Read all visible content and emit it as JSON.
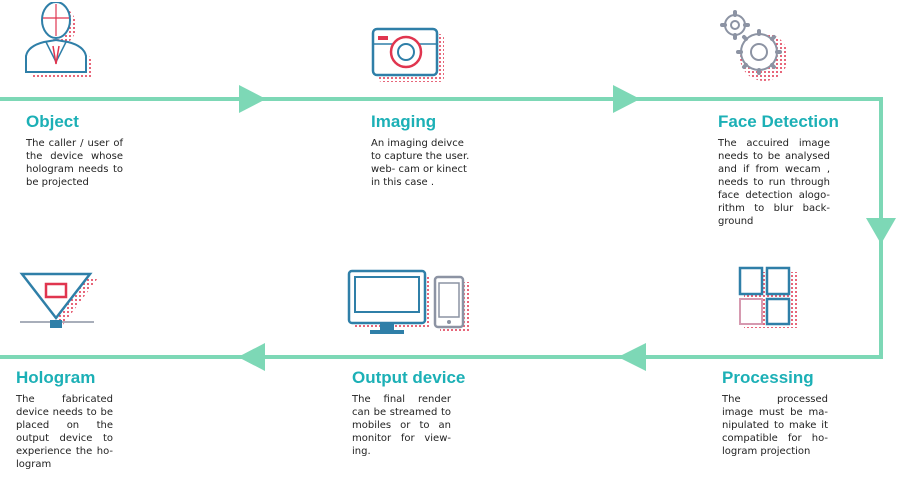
{
  "colors": {
    "flow_line": "#7dd8b6",
    "title": "#1cb0b6",
    "icon_stroke": "#2f7fa8",
    "icon_dots": "#e0354f",
    "icon_gray": "#8c93a3",
    "text": "#222222"
  },
  "steps": [
    {
      "title": "Object",
      "icon": "person-icon",
      "lines": [
        "The caller / user of",
        "the device whose",
        "hologram needs to",
        "be projected"
      ]
    },
    {
      "title": "Imaging",
      "icon": "camera-icon",
      "lines": [
        "An imaging deivce",
        "to capture the user.",
        "web- cam or kinect",
        "in this case ."
      ]
    },
    {
      "title": "Face Detection",
      "icon": "gears-icon",
      "lines": [
        "The accuired image",
        "needs to be analysed",
        "and if from wecam ,",
        "needs to run through",
        "face detection alogo-",
        "rithm to blur back-",
        "ground"
      ]
    },
    {
      "title": "Processing",
      "icon": "grid-icon",
      "lines": [
        "The processed",
        "image must be ma-",
        "nipulated to make it",
        "compatible for ho-",
        "logram projection"
      ]
    },
    {
      "title": "Output device",
      "icon": "monitor-phone-icon",
      "lines": [
        "The final render",
        "can be streamed to",
        "mobiles or to an",
        "monitor for view-",
        "ing."
      ]
    },
    {
      "title": "Hologram",
      "icon": "pyramid-icon",
      "lines": [
        "The fabricated",
        "device needs to be",
        "placed on the",
        "output device to",
        "experience the ho-",
        "logram"
      ]
    }
  ]
}
